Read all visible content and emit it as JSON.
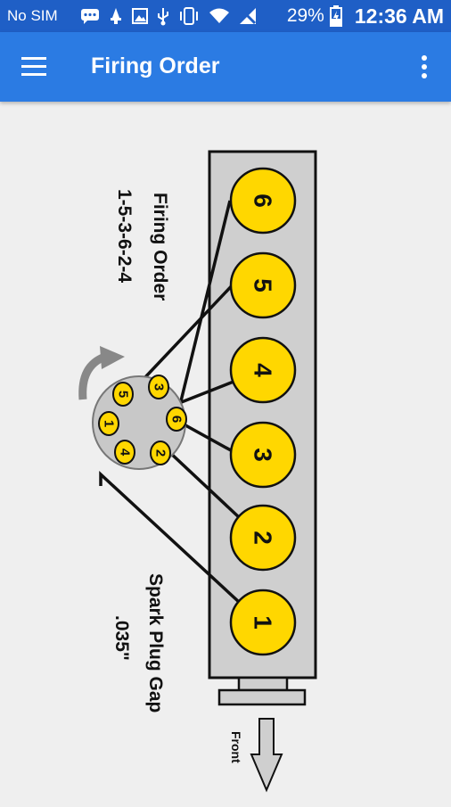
{
  "status_bar": {
    "carrier": "No SIM",
    "battery": "29%",
    "time": "12:36 AM",
    "icons": [
      "chat-icon",
      "notification-icon",
      "image-icon",
      "usb-icon",
      "vibrate-icon",
      "wifi-icon",
      "no-signal-icon",
      "battery-charging-icon"
    ]
  },
  "app_bar": {
    "title": "Firing Order",
    "menu_icon": "hamburger-menu-icon",
    "overflow_icon": "more-vert-icon"
  },
  "diagram": {
    "firing_order_label": "Firing Order",
    "firing_order_value": "1-5-3-6-2-4",
    "spark_plug_label": "Spark Plug Gap",
    "spark_plug_value": ".035\"",
    "front_label": "Front",
    "cylinders": [
      "1",
      "2",
      "3",
      "4",
      "5",
      "6"
    ],
    "distributor_terminals": [
      "1",
      "2",
      "3",
      "4",
      "5",
      "6"
    ],
    "colors": {
      "cylinder_fill": "#ffd700",
      "block_fill": "#cfcfcf",
      "distributor_fill": "#c8c8c8"
    }
  }
}
